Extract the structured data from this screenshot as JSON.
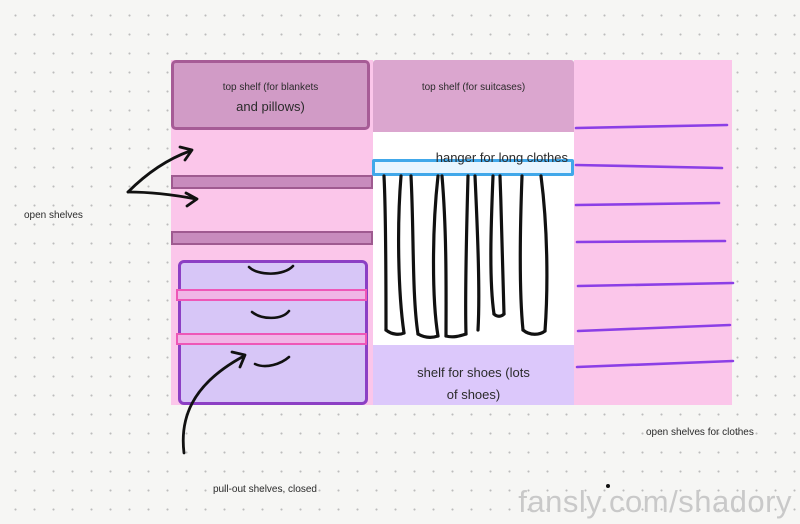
{
  "colors": {
    "pink_area": "#fbc6ea",
    "top_shelf": "#d19bc6",
    "drawer": "#d7c6f7",
    "drawer_border": "#8c3fc4",
    "hanger": "#41a8ea",
    "hanging_lines": "#8b3fe6"
  },
  "labels": {
    "top_shelf_left_line1": "top shelf (for blankets",
    "top_shelf_left_line2": "and pillows)",
    "top_shelf_right": "top shelf (for suitcases)",
    "hanger": "hanger for long clothes",
    "shoe_shelf_line1": "shelf for shoes (lots",
    "shoe_shelf_line2": "of shoes)",
    "open_shelves": "open shelves",
    "open_shelves_clothes": "open shelves for clothes",
    "pull_out_shelves": "pull-out shelves, closed"
  },
  "watermark": "fansly.com/shadory",
  "icons": [
    "arrow-icon",
    "drawer-handle-icon",
    "hanging-clothes-icon"
  ]
}
